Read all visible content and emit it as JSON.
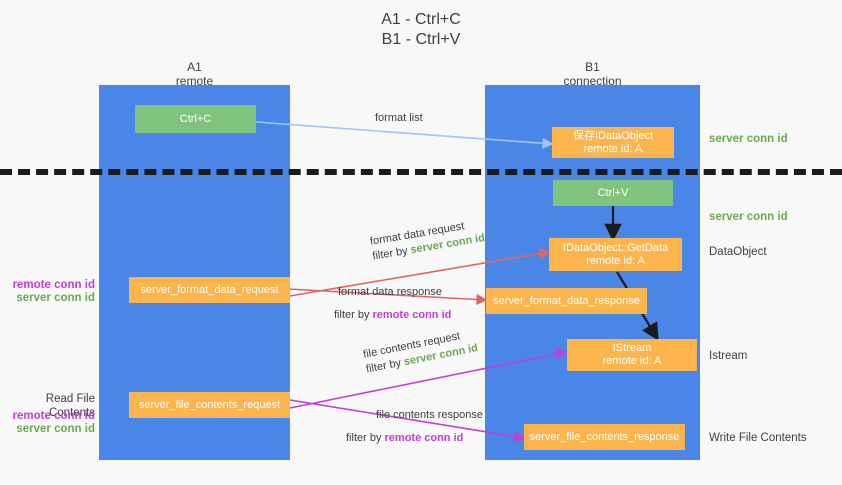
{
  "title": {
    "line1": "A1 - Ctrl+C",
    "line2": "B1 - Ctrl+V"
  },
  "columns": [
    {
      "name": "A1",
      "subtitle": "remote"
    },
    {
      "name": "B1",
      "subtitle": "connection"
    }
  ],
  "nodes": {
    "ctrl_c": {
      "label": "Ctrl+C"
    },
    "ctrl_v": {
      "label": "Ctrl+V"
    },
    "save_idataobject": {
      "line1": "保存IDataObject",
      "line2": "remote id: A"
    },
    "getdata": {
      "line1": "IDataObject::GetData",
      "line2": "remote id: A"
    },
    "istream": {
      "line1": "IStream",
      "line2": "remote id: A"
    },
    "server_format_data_request": {
      "label": "server_format_data_request"
    },
    "server_format_data_response": {
      "label": "server_format_data_response"
    },
    "server_file_contents_request": {
      "label": "server_file_contents_request"
    },
    "server_file_contents_response": {
      "label": "server_file_contents_response"
    }
  },
  "side_labels": {
    "server_conn_id_top": "server conn id",
    "server_conn_id_second": "server conn id",
    "dataobject": "DataObject",
    "istream": "Istream",
    "write_file_contents": "Write File Contents",
    "read_file_contents": "Read File Contents",
    "remote_conn_id_mid": "remote conn id",
    "server_conn_id_mid": "server conn id",
    "remote_conn_id_low": "remote conn id",
    "server_conn_id_low": "server conn id"
  },
  "edges": {
    "format_list": {
      "text": "format list"
    },
    "format_data_request": {
      "line1": "format data request",
      "prefix": "filter by ",
      "highlight": "server conn id"
    },
    "format_data_response": {
      "line1": "format data response",
      "prefix": "filter by ",
      "highlight": "remote conn id"
    },
    "file_contents_request": {
      "line1": "file contents request",
      "prefix": "filter by ",
      "highlight": "server conn id"
    },
    "file_contents_response": {
      "line1": "file contents response",
      "prefix": "filter by ",
      "highlight": "remote conn id"
    }
  },
  "colors": {
    "lane": "#4a86e8",
    "node_green": "#7fc37f",
    "node_orange": "#fcb44c",
    "conn_green": "#6aa84f",
    "conn_purple": "#c13fd6",
    "arrow_light_blue": "#9fc5f8",
    "arrow_red": "#e06666",
    "arrow_magenta": "#c13fd6",
    "arrow_black": "#1b1b1b",
    "divider": "#1b1b1b",
    "background": "#f8f8f8"
  }
}
